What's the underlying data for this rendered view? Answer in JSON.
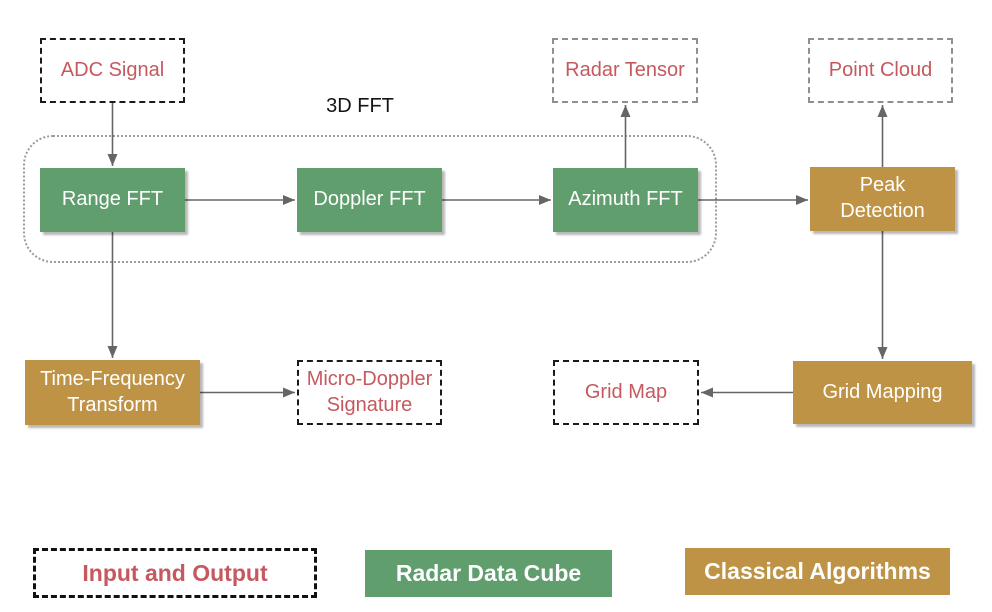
{
  "group_label": "3D FFT",
  "nodes": {
    "adc_signal": "ADC Signal",
    "range_fft": "Range FFT",
    "doppler_fft": "Doppler FFT",
    "azimuth_fft": "Azimuth FFT",
    "radar_tensor": "Radar Tensor",
    "point_cloud": "Point Cloud",
    "peak_detection": "Peak Detection",
    "time_frequency_transform": "Time-Frequency Transform",
    "micro_doppler_signature": "Micro-Doppler Signature",
    "grid_map": "Grid Map",
    "grid_mapping": "Grid Mapping"
  },
  "legend": {
    "input_and_output": "Input and Output",
    "radar_data_cube": "Radar Data Cube",
    "classical_algorithms": "Classical Algorithms"
  },
  "colors": {
    "radar_data_cube_green": "#609E6E",
    "classical_algorithms_gold": "#BE9345",
    "io_text_red": "#C5595F",
    "arrow_gray": "#666666",
    "group_border_gray": "#9B9B9B",
    "io_border_black": "#1a1a1a",
    "io_border_gray": "#8F8F8F"
  }
}
